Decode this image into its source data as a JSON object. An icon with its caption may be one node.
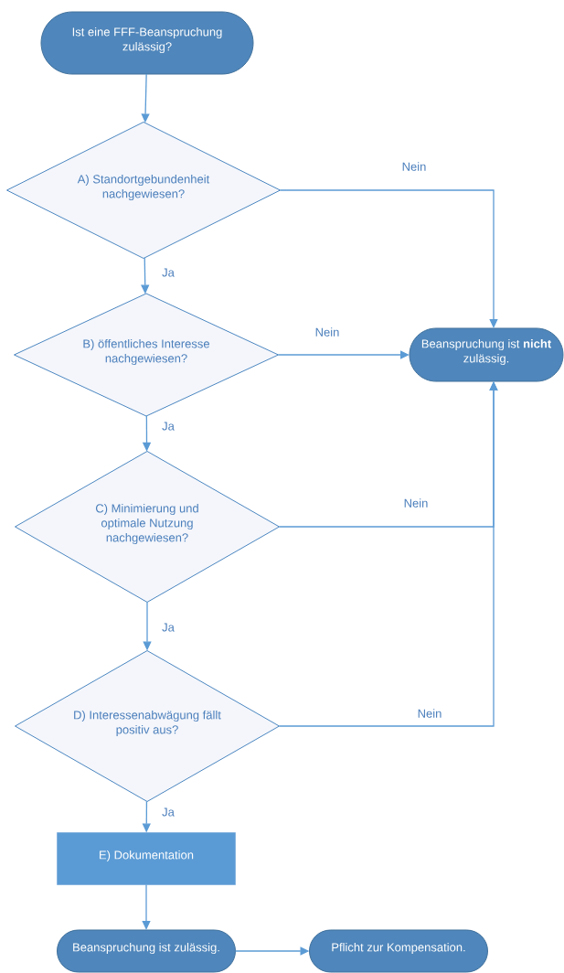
{
  "diagram": {
    "nodes": [
      {
        "text": [
          "Ist eine FFF-Beanspruchung zulässig?"
        ]
      },
      {
        "text": [
          "A) Standortgebundenheit nachgewiesen?"
        ]
      },
      {
        "text": [
          "B) öffentliches Interesse nachgewiesen?"
        ]
      },
      {
        "text": [
          "Beanspruchung ist **nicht** zulässig."
        ]
      },
      {
        "text": [
          "C) Minimierung und optimale Nutzung nachgewiesen?"
        ]
      },
      {
        "text": [
          "D) Interessenabwägung fällt positiv aus?"
        ]
      },
      {
        "text": [
          "E) Dokumentation"
        ]
      },
      {
        "text": [
          "Beanspruchung ist zulässig."
        ]
      },
      {
        "text": [
          "Pflicht zur Kompensation."
        ]
      }
    ],
    "edges": [
      {
        "from": 0,
        "to": 1,
        "arrow": "to"
      },
      {
        "from": 1,
        "to": 3,
        "arrow": "to",
        "label": "Nein"
      },
      {
        "from": 1,
        "to": 2,
        "arrow": "to",
        "label": "Ja"
      },
      {
        "from": 2,
        "to": 3,
        "arrow": "to",
        "label": "Nein"
      },
      {
        "from": 2,
        "to": 4,
        "arrow": "to",
        "label": "Ja"
      },
      {
        "from": 4,
        "to": 3,
        "arrow": "to",
        "label": "Nein"
      },
      {
        "from": 4,
        "to": 5,
        "arrow": "to",
        "label": "Ja"
      },
      {
        "from": 5,
        "to": 3,
        "arrow": "to",
        "label": "Nein"
      },
      {
        "from": 5,
        "to": 6,
        "arrow": "to",
        "label": "Ja"
      },
      {
        "from": 6,
        "to": 7,
        "arrow": "to"
      },
      {
        "from": 7,
        "to": 8,
        "arrow": "to"
      }
    ]
  }
}
